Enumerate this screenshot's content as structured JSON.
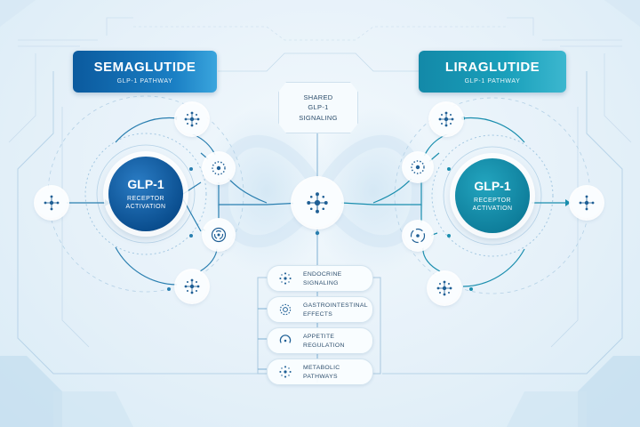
{
  "headers": {
    "left": {
      "title": "SEMAGLUTIDE",
      "subtitle": "GLP-1 PATHWAY"
    },
    "right": {
      "title": "LIRAGLUTIDE",
      "subtitle": "GLP-1 PATHWAY"
    }
  },
  "shared": {
    "lines": [
      "SHARED",
      "GLP-1",
      "SIGNALING"
    ]
  },
  "receptor_left": {
    "title": "GLP-1",
    "line1": "RECEPTOR",
    "line2": "ACTIVATION"
  },
  "receptor_right": {
    "title": "GLP-1",
    "line1": "RECEPTOR",
    "line2": "ACTIVATION"
  },
  "labels": [
    {
      "line1": "ENDOCRINE",
      "line2": "SIGNALING",
      "icon": "molecule-icon"
    },
    {
      "line1": "GASTROINTESTINAL",
      "line2": "EFFECTS",
      "icon": "ring-icon"
    },
    {
      "line1": "APPETITE",
      "line2": "REGULATION",
      "icon": "arc-icon"
    },
    {
      "line1": "METABOLIC",
      "line2": "PATHWAYS",
      "icon": "molecule-icon"
    }
  ],
  "colors": {
    "semaglutide": "#0b5a9e",
    "liraglutide": "#1389a8",
    "connector": "#2a7fb0",
    "icon": "#1f5f95"
  }
}
